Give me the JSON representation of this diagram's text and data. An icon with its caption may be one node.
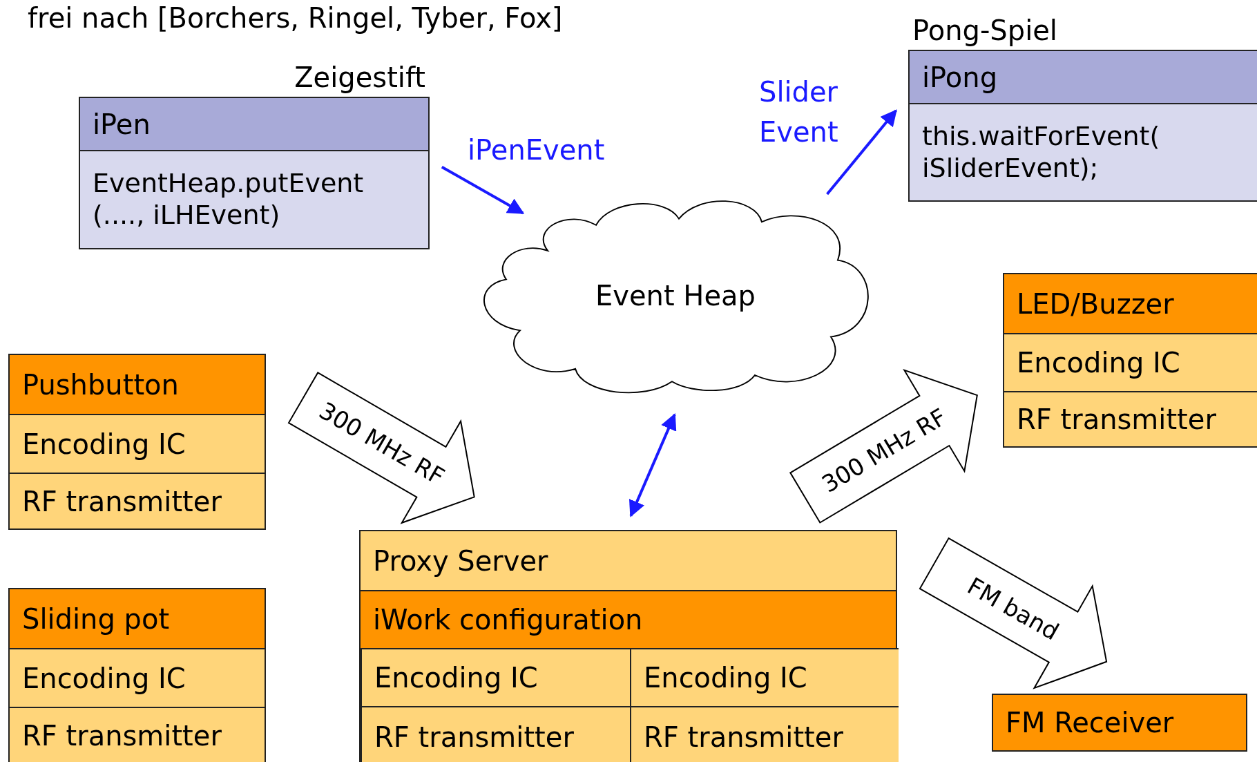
{
  "diagram": {
    "nodes": [
      {
        "text": [
          "Zeigestift",
          "iPen",
          "EventHeap.putEvent (...., iLHEvent)"
        ]
      },
      {
        "text": [
          "Pong-Spiel",
          "iPong",
          "this.waitForEvent( iSliderEvent);"
        ]
      },
      {
        "text": [
          "Event Heap"
        ]
      },
      {
        "text": [
          "LED/Buzzer",
          "Encoding IC",
          "RF transmitter"
        ]
      },
      {
        "text": [
          "Pushbutton",
          "Encoding IC",
          "RF transmitter"
        ]
      },
      {
        "text": [
          "Proxy Server",
          "iWork configuration"
        ]
      },
      {
        "text": [
          "Encoding IC",
          "RF transmitter"
        ],
        "in": 5
      },
      {
        "text": [
          "Encoding IC",
          "RF transmitter"
        ],
        "in": 5
      },
      {
        "text": [
          "Sliding pot",
          "Encoding IC",
          "RF transmitter"
        ]
      },
      {
        "text": [
          "FM Receiver"
        ]
      }
    ],
    "edges": [
      {
        "from": 0,
        "to": 2,
        "arrow": "to",
        "label": "iPenEvent",
        "color": "#1a1aff"
      },
      {
        "from": 2,
        "to": 1,
        "arrow": "to",
        "label": "Slider Event",
        "color": "#1a1aff"
      },
      {
        "from": 2,
        "to": 5,
        "arrow": "both",
        "color": "#1a1aff"
      },
      {
        "from": 4,
        "to": 5,
        "arrow": "to",
        "label": "300 MHz RF",
        "style": "thick"
      },
      {
        "from": 5,
        "to": 3,
        "arrow": "to",
        "label": "300 MHz RF",
        "style": "thick"
      },
      {
        "from": 5,
        "to": 9,
        "arrow": "to",
        "label": "FM band",
        "style": "thick"
      }
    ],
    "labels": [
      "frei nach [Borchers, Ringel, Tyber, Fox]"
    ]
  }
}
